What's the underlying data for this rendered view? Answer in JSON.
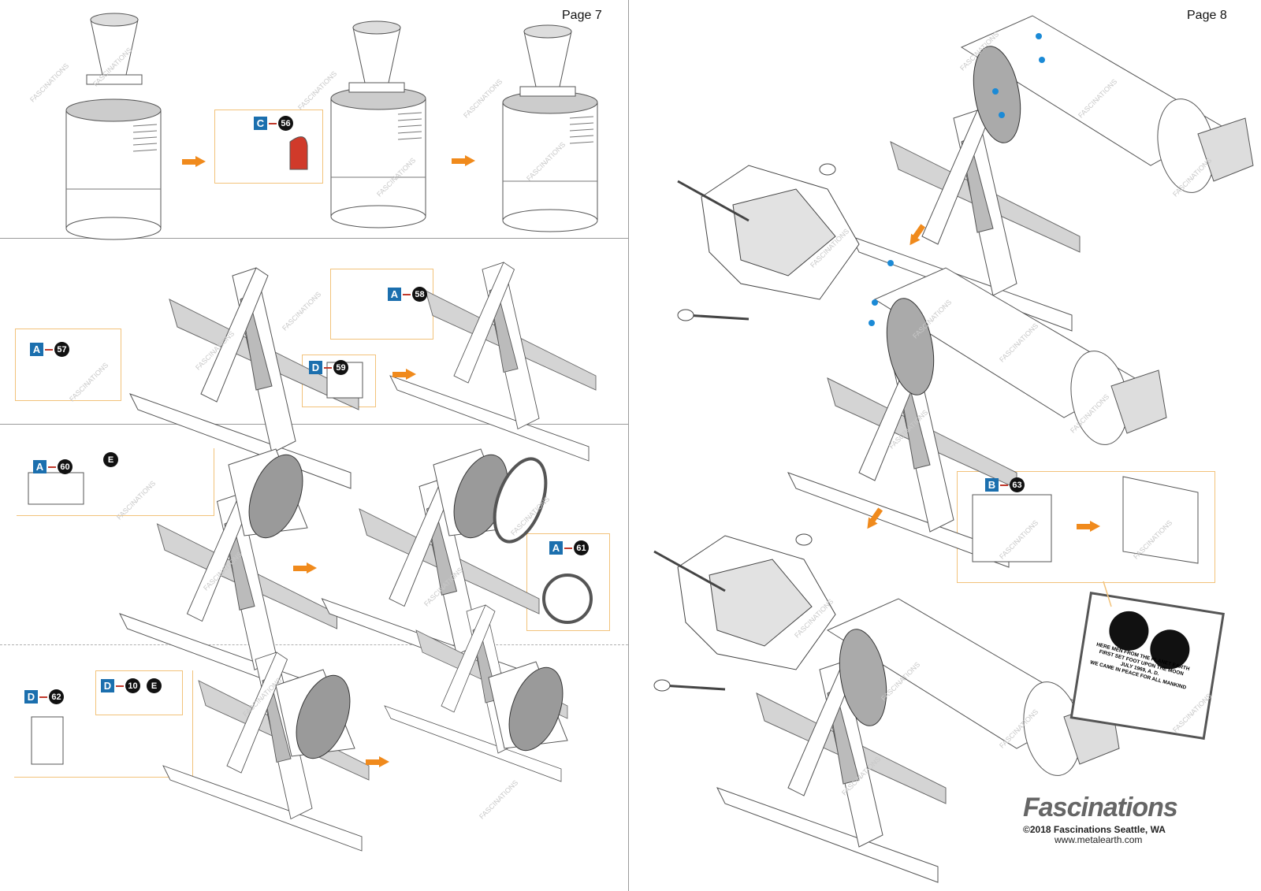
{
  "pages": {
    "left": {
      "label": "Page 7"
    },
    "right": {
      "label": "Page 8"
    }
  },
  "parts": [
    {
      "letter": "C",
      "number": "56"
    },
    {
      "letter": "A",
      "number": "58"
    },
    {
      "letter": "A",
      "number": "57"
    },
    {
      "letter": "D",
      "number": "59"
    },
    {
      "letter": "A",
      "number": "60"
    },
    {
      "letter": "",
      "number": "E"
    },
    {
      "letter": "A",
      "number": "61"
    },
    {
      "letter": "D",
      "number": "62"
    },
    {
      "letter": "D",
      "number": "10"
    },
    {
      "letter": "",
      "number": "E"
    },
    {
      "letter": "B",
      "number": "63"
    }
  ],
  "watermark": "FASCINATIONS",
  "plaque": {
    "lines": [
      "HERE MEN FROM THE PLANET EARTH",
      "FIRST SET FOOT UPON THE MOON",
      "JULY 1969, A. D.",
      "WE CAME IN PEACE FOR ALL MANKIND"
    ]
  },
  "brand": {
    "logo": "Fascinations",
    "copyright": "©2018 Fascinations Seattle, WA",
    "url": "www.metalearth.com"
  },
  "colors": {
    "accent_arrow": "#f08a1c",
    "part_letter": "#1b6fae",
    "callout_border": "#f2c27a",
    "guide_dot": "#1b8ad6"
  }
}
